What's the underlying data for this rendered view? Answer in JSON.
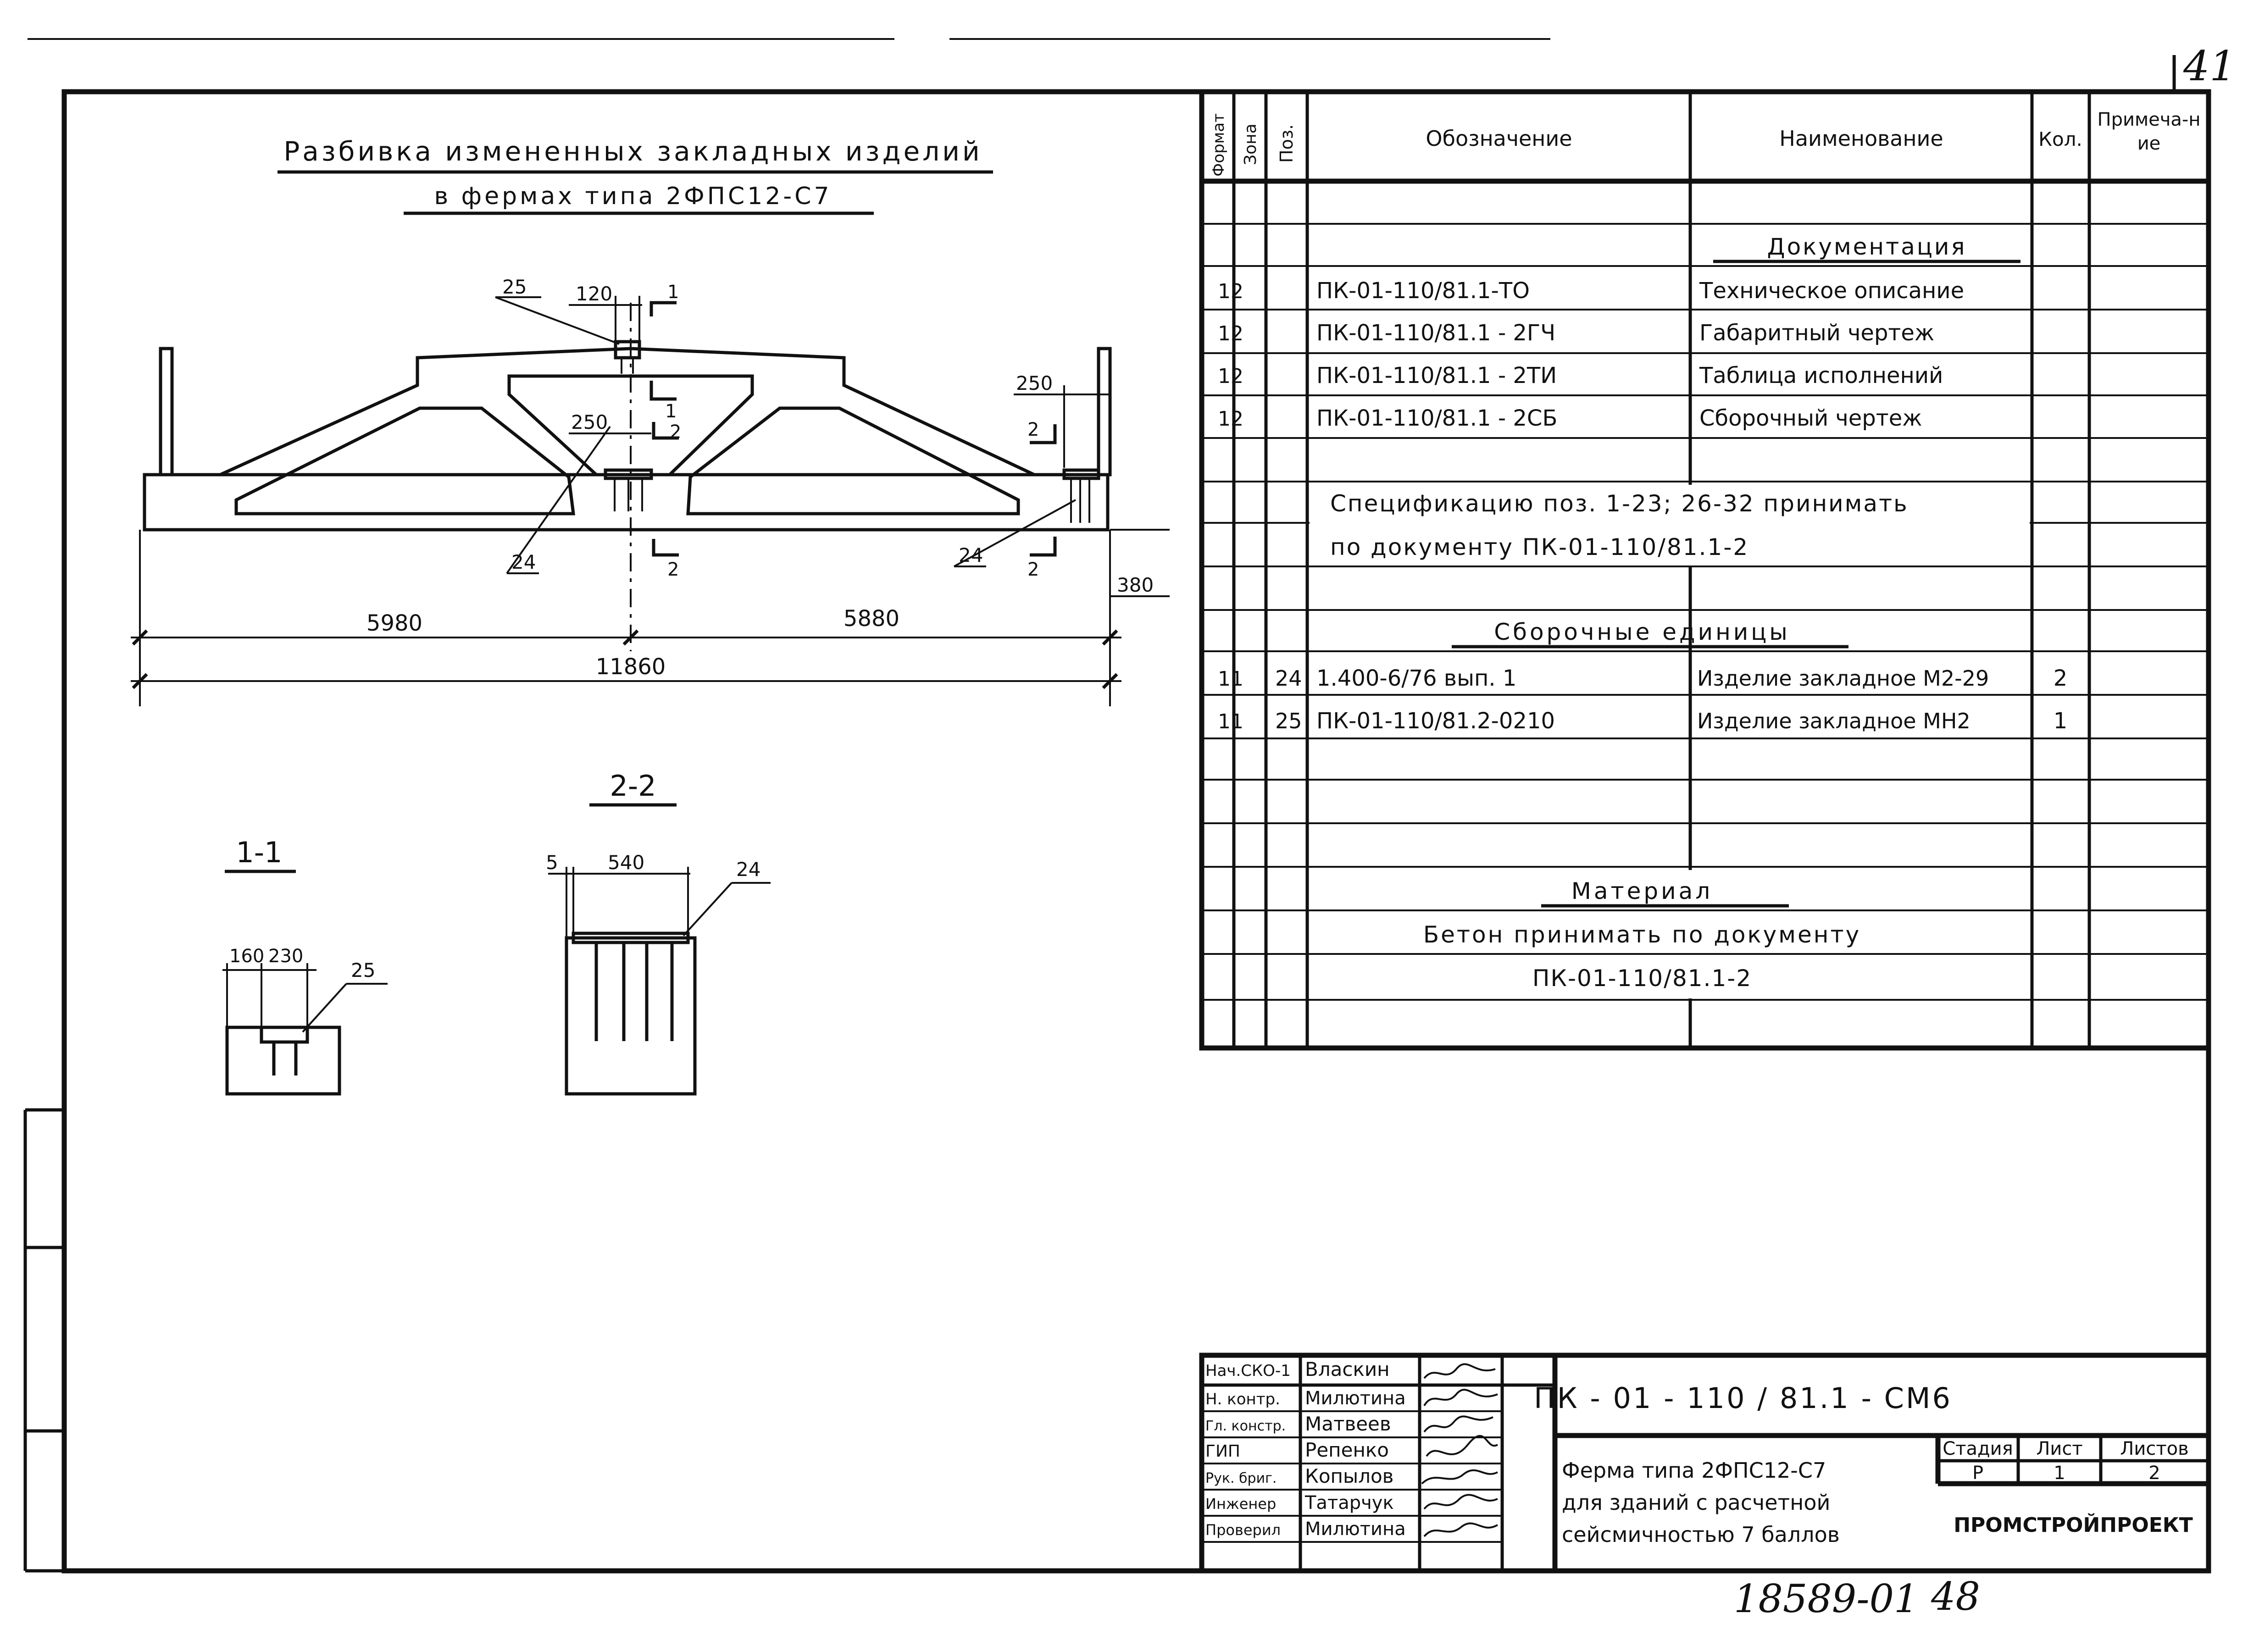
{
  "sheet_number": "41",
  "drawing": {
    "title_line1": "Разбивка измененных закладных изделий",
    "title_line2": "в фермах типа 2ФПС12-С7",
    "dims": {
      "d25": "25",
      "d120": "120",
      "d250_top": "250",
      "d250_mid": "250",
      "d24_left": "24",
      "d24_right": "24",
      "d380": "380",
      "span_left": "5980",
      "span_right": "5880",
      "span_total": "11860",
      "s1": "1",
      "s2": "2"
    }
  },
  "section11": {
    "title": "1-1",
    "d160": "160",
    "d230": "230",
    "d25": "25"
  },
  "section22": {
    "title": "2-2",
    "d5": "5",
    "d540": "540",
    "d24": "24"
  },
  "table": {
    "headers": {
      "format": "Формат",
      "zone": "Зона",
      "pos": "Поз.",
      "designation": "Обозначение",
      "name": "Наименование",
      "qty": "Кол.",
      "note": "Примеча-ние"
    },
    "section_docs": "Документация",
    "docs": [
      {
        "format": "12",
        "designation": "ПК-01-110/81.1-ТО",
        "name": "Техническое описание"
      },
      {
        "format": "12",
        "designation": "ПК-01-110/81.1 - 2ГЧ",
        "name": "Габаритный чертеж"
      },
      {
        "format": "12",
        "designation": "ПК-01-110/81.1 - 2ТИ",
        "name": "Таблица исполнений"
      },
      {
        "format": "12",
        "designation": "ПК-01-110/81.1 - 2СБ",
        "name": "Сборочный чертеж"
      }
    ],
    "spec_note_line1": "Спецификацию поз. 1-23; 26-32 принимать",
    "spec_note_line2": "по документу ПК-01-110/81.1-2",
    "section_units": "Сборочные единицы",
    "units": [
      {
        "format": "11",
        "pos": "24",
        "designation": "1.400-6/76 вып. 1",
        "name": "Изделие закладное М2-29",
        "qty": "2"
      },
      {
        "format": "11",
        "pos": "25",
        "designation": "ПК-01-110/81.2-0210",
        "name": "Изделие закладное МН2",
        "qty": "1"
      }
    ],
    "section_material": "Материал",
    "material_line1": "Бетон принимать по документу",
    "material_line2": "ПК-01-110/81.1-2"
  },
  "stamp": {
    "code": "ПК - 01 - 110 / 81.1 - СМ6",
    "title_line1": "Ферма типа 2ФПС12-С7",
    "title_line2": "для зданий с расчетной",
    "title_line3": "сейсмичностью 7 баллов",
    "stage_label": "Стадия",
    "sheet_label": "Лист",
    "sheets_label": "Листов",
    "stage": "Р",
    "sheet": "1",
    "sheets": "2",
    "org": "ПРОМСТРОЙПРОЕКТ",
    "people": [
      {
        "role": "Нач.СКО-1",
        "name": "Власкин"
      },
      {
        "role": "Н. контр.",
        "name": "Милютина"
      },
      {
        "role": "Гл. констр.",
        "name": "Матвеев"
      },
      {
        "role": "ГИП",
        "name": "Репенко"
      },
      {
        "role": "Рук. бриг.",
        "name": "Копылов"
      },
      {
        "role": "Инженер",
        "name": "Татарчук"
      },
      {
        "role": "Проверил",
        "name": "Милютина"
      }
    ]
  },
  "archive_number": "18589-01",
  "archive_page": "48"
}
